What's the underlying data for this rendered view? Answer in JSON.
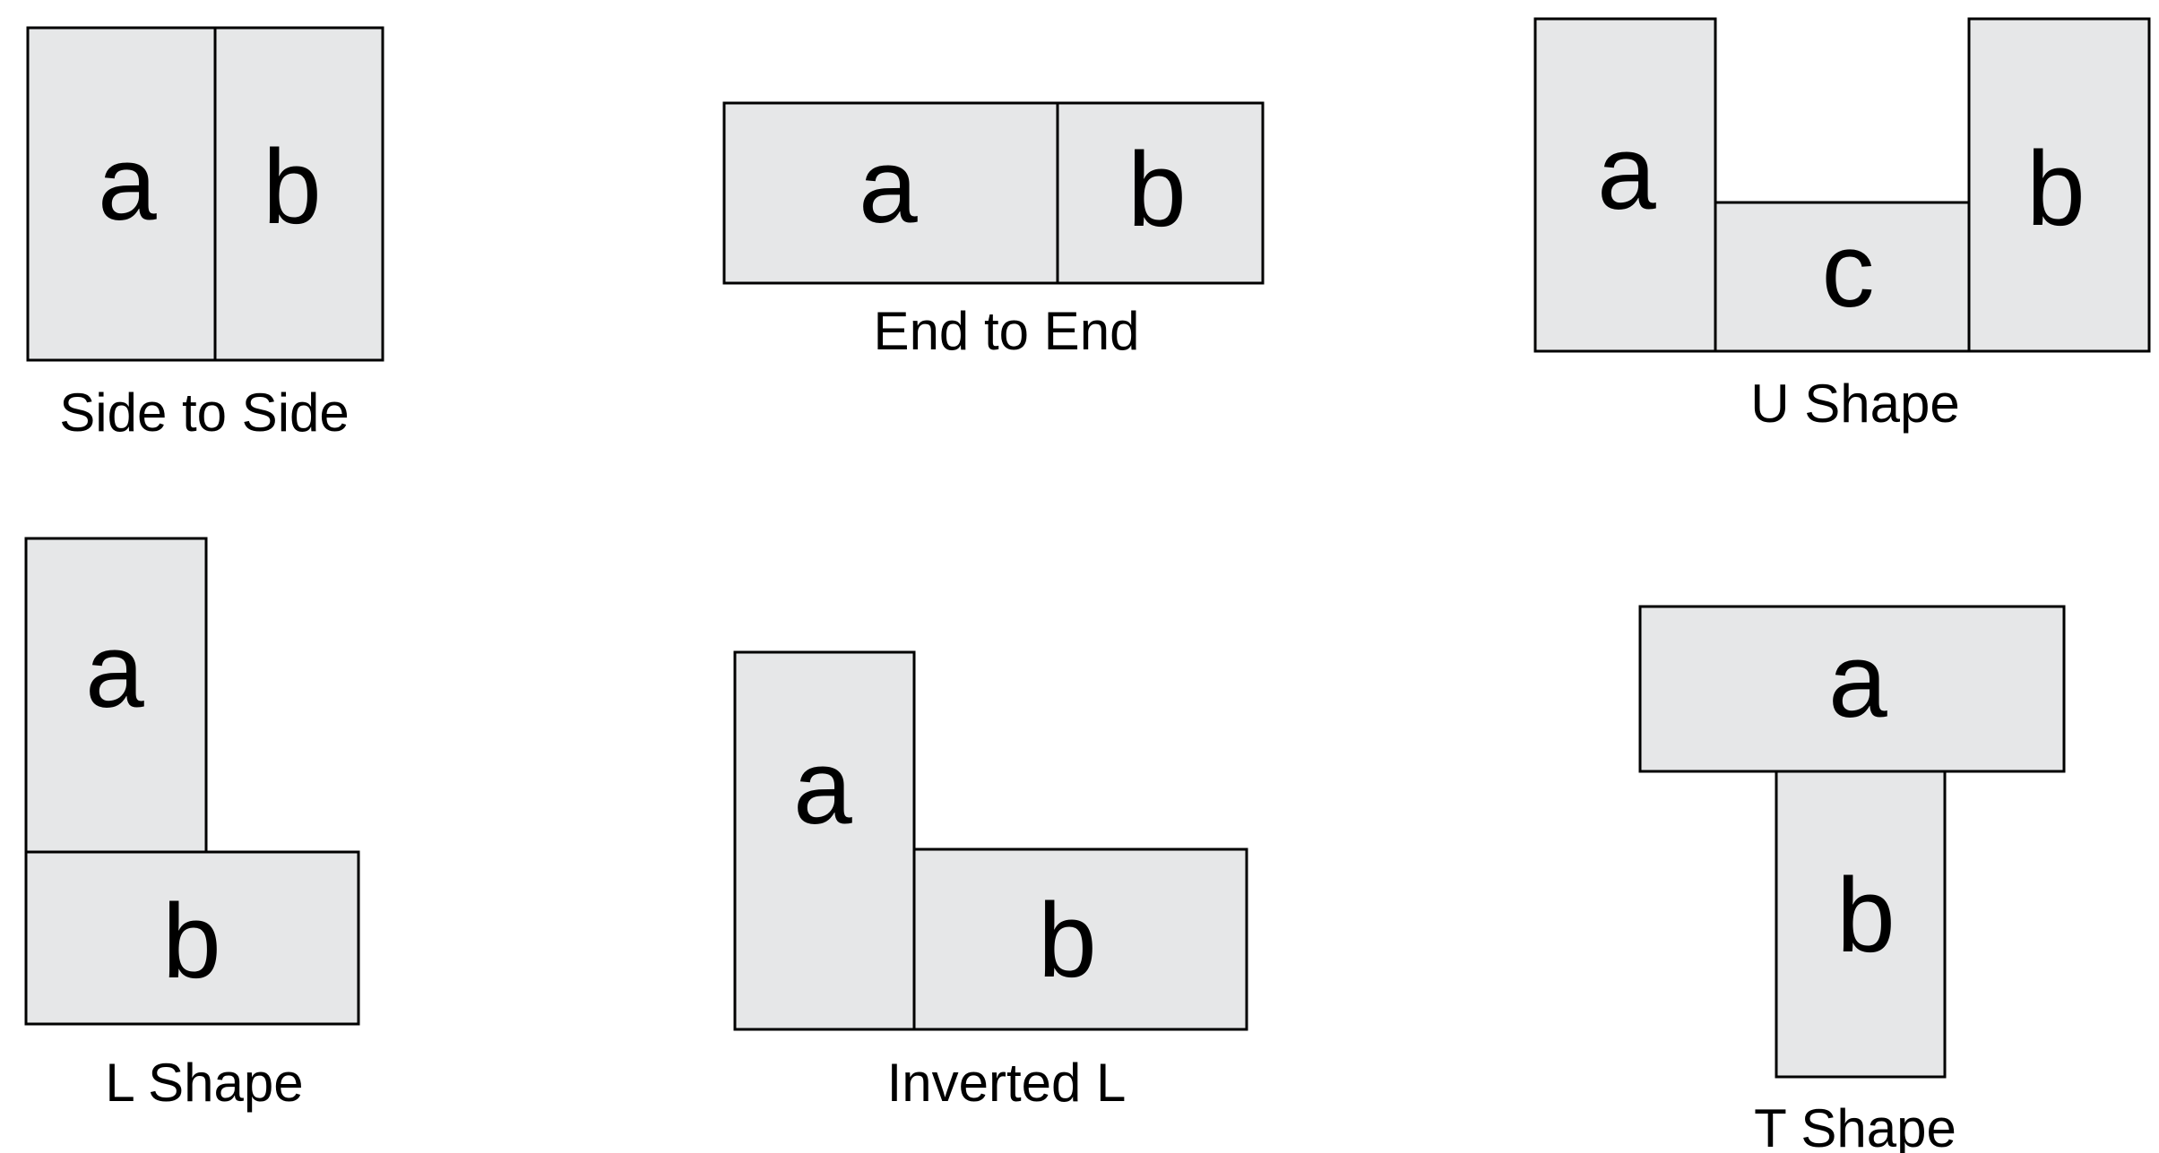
{
  "colors": {
    "box_fill": "#e6e7e8",
    "box_stroke": "#000000",
    "text": "#000000",
    "background": "#ffffff"
  },
  "layouts": [
    {
      "caption": "Side to Side",
      "pieces": [
        "a",
        "b"
      ]
    },
    {
      "caption": "End to End",
      "pieces": [
        "a",
        "b"
      ]
    },
    {
      "caption": "U Shape",
      "pieces": [
        "a",
        "c",
        "b"
      ]
    },
    {
      "caption": "L Shape",
      "pieces": [
        "a",
        "b"
      ]
    },
    {
      "caption": "Inverted L",
      "pieces": [
        "a",
        "b"
      ]
    },
    {
      "caption": "T Shape",
      "pieces": [
        "a",
        "b"
      ]
    }
  ]
}
